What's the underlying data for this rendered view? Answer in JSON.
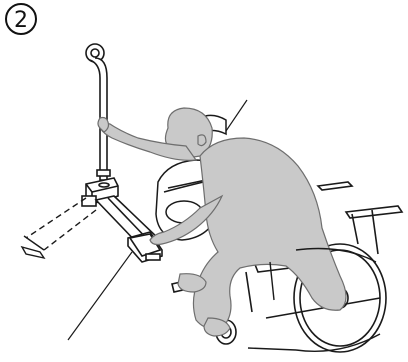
{
  "step": {
    "number": "2",
    "glyph": "②"
  },
  "colors": {
    "figure_fill": "#c9c9c9",
    "figure_stroke": "#6e6e6e",
    "line": "#1a1a1a",
    "background": "#ffffff"
  },
  "icons": {
    "step_marker": "circled-number-2",
    "grab_bar": "swing-up-grab-bar",
    "toilet": "toilet-bowl",
    "wheelchair": "wheelchair",
    "person": "seated-person-silhouette"
  }
}
